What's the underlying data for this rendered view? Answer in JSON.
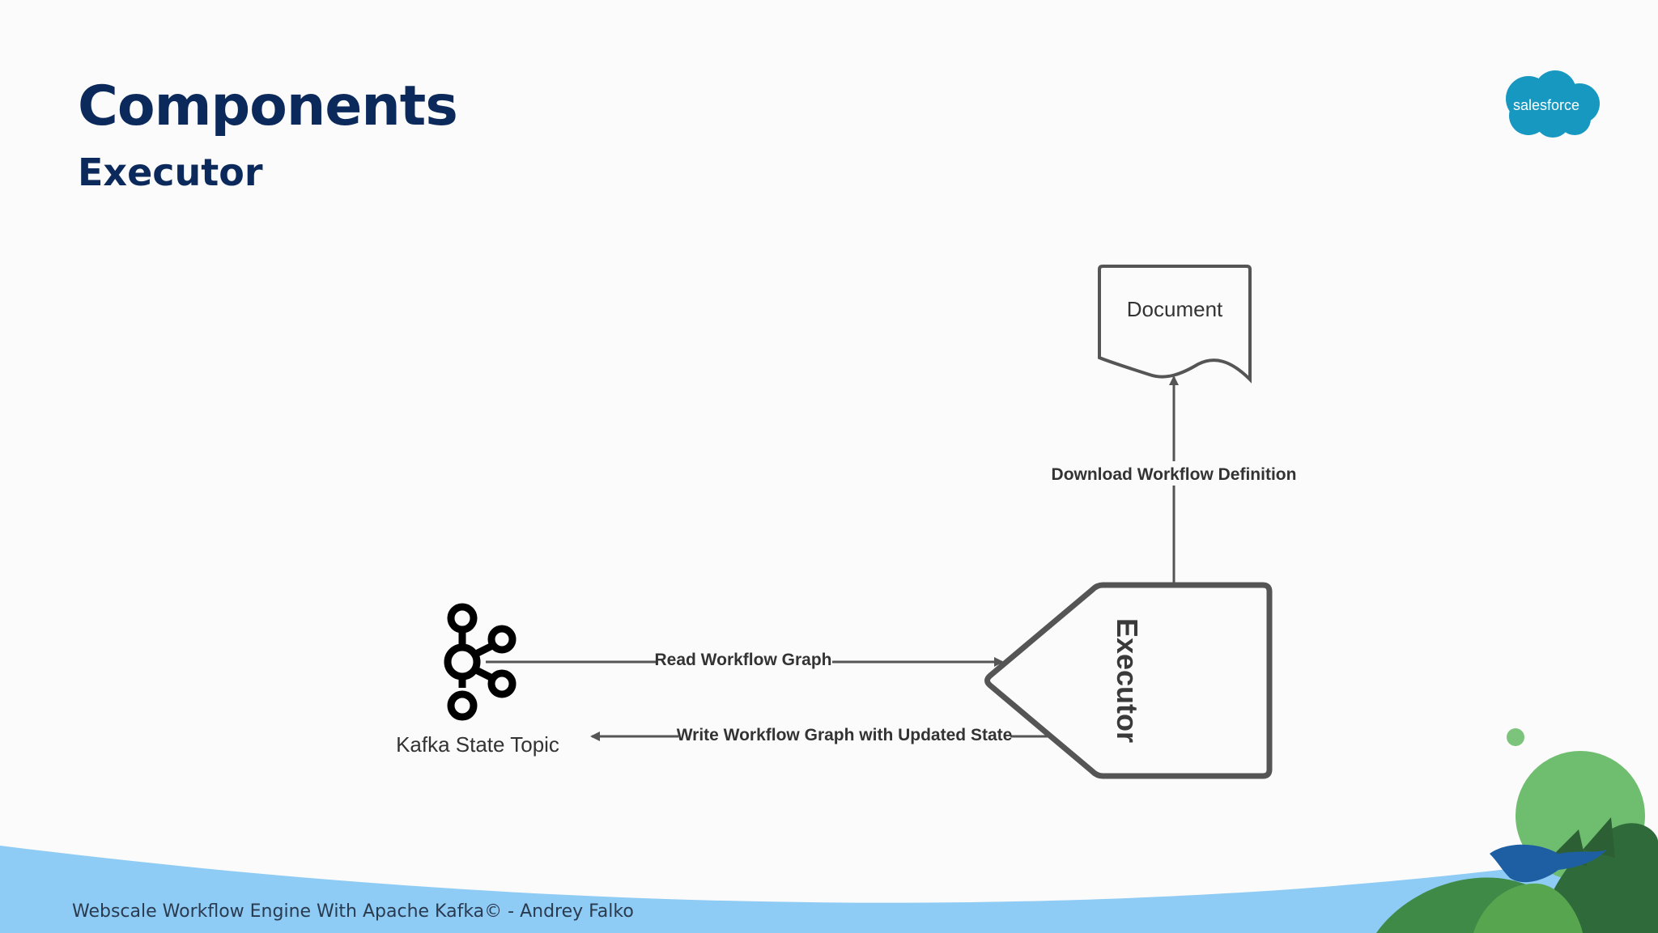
{
  "slide": {
    "title": "Components",
    "subtitle": "Executor",
    "footer": "Webscale Workflow Engine With Apache Kafka© - Andrey Falko"
  },
  "logo": {
    "text": "salesforce",
    "color": "#1798c1"
  },
  "diagram": {
    "document_label": "Document",
    "executor_label": "Executor",
    "kafka_label": "Kafka State Topic",
    "edge_download": "Download Workflow Definition",
    "edge_read": "Read Workflow Graph",
    "edge_write": "Write Workflow Graph with Updated State"
  },
  "colors": {
    "title": "#0b2a5b",
    "stroke": "#555555",
    "sky": "#8ecbf5",
    "green": "#6fbe6f"
  }
}
